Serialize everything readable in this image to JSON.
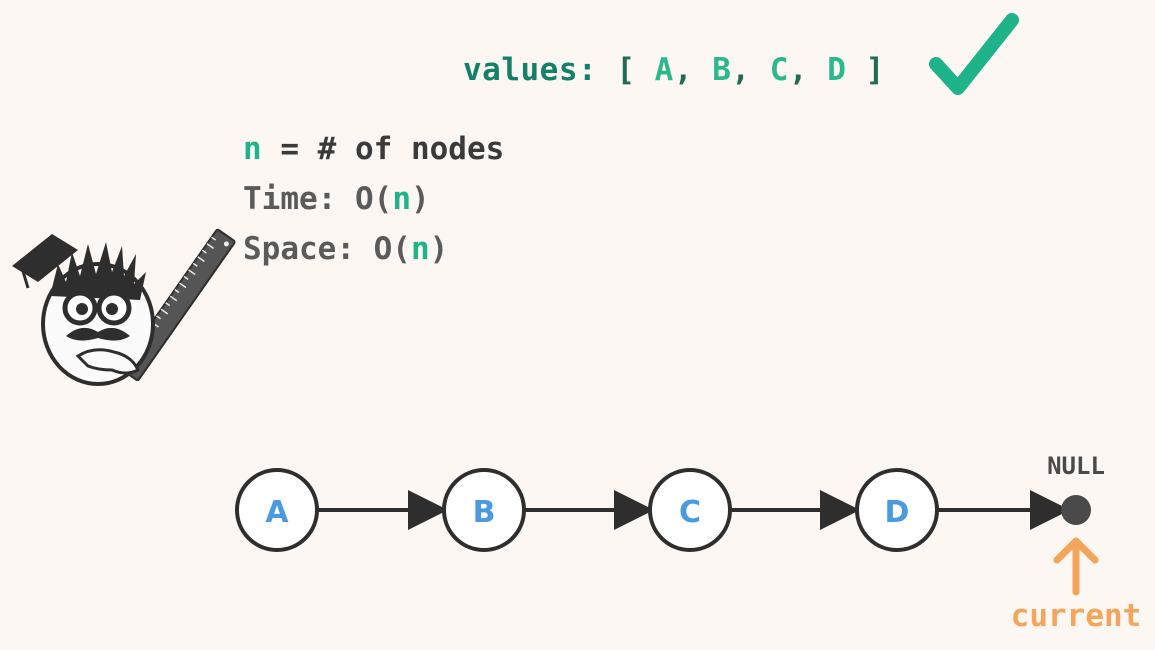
{
  "header": {
    "values_label": "values:",
    "open_bracket": "[",
    "close_bracket": "]",
    "items": [
      "A",
      "B",
      "C",
      "D"
    ],
    "check_icon": "checkmark-icon"
  },
  "info": {
    "n_symbol": "n",
    "n_definition": " = # of nodes",
    "time_prefix": "Time: O(",
    "time_var": "n",
    "time_suffix": ")",
    "space_prefix": "Space: O(",
    "space_var": "n",
    "space_suffix": ")"
  },
  "mascot": {
    "icon": "professor-with-ruler-icon"
  },
  "list": {
    "nodes": [
      "A",
      "B",
      "C",
      "D"
    ],
    "null_label": "NULL",
    "pointer_label": "current"
  },
  "colors": {
    "accent_green": "#1fb38a",
    "node_text": "#4a9ae0",
    "pointer": "#f4a55a",
    "ink": "#2e2e2e",
    "background": "#fdf7f3"
  }
}
